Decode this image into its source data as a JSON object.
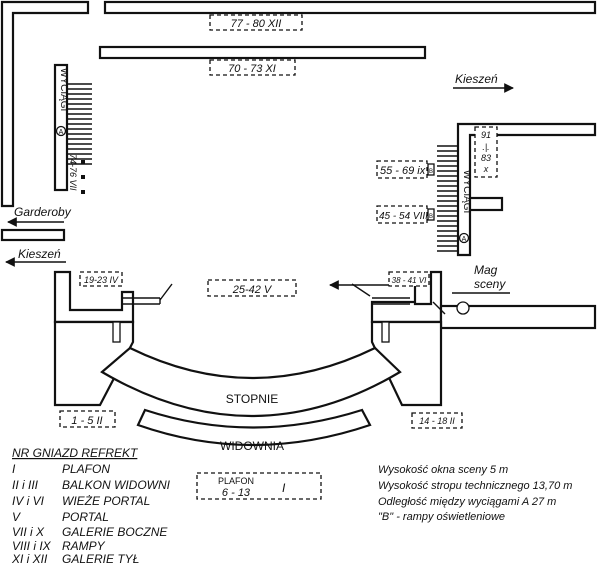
{
  "labels": {
    "row_77_80": "77 - 80 XII",
    "row_70_73": "70 - 73 XI",
    "kieszen_right": "Kieszeń",
    "wyciagi_left": "WYCIĄGI",
    "wyciagi_left_letter": "A",
    "side_left": "74-76 VII",
    "garderoby": "Garderoby",
    "kieszen_left": "Kieszeń",
    "box_91": "91 .|. 83 x",
    "box_91_top": "91",
    "box_91_mid": ".|.",
    "box_91_bot": "83",
    "box_91_x": "x",
    "r_55_69": "55 - 69 ix",
    "b_marker_1": "B",
    "r_45_54": "45 - 54 VIII",
    "b_marker_2": "B",
    "wyciagi_right": "WYCIĄGI",
    "wyciagi_right_letter": "A",
    "mag": "Mag",
    "sceny": "sceny",
    "portal_left": "19-23 IV",
    "portal_right": "38 - 41 VI",
    "portal_center": "25-42   V",
    "stopnie": "STOPNIE",
    "widownia": "WIDOWNIA",
    "box_1_5": "1 - 5 II",
    "box_14_18": "14 - 18 II",
    "plafon_top": "PLAFON",
    "plafon_bottom": "6 - 13",
    "plafon_roman": "I"
  },
  "legend": {
    "title": "NR GNIAZD REFREKT",
    "rows": [
      {
        "num": "I",
        "desc": "PLAFON"
      },
      {
        "num": "II i III",
        "desc": "BALKON WIDOWNI"
      },
      {
        "num": "IV i VI",
        "desc": "WIEŻE PORTAL"
      },
      {
        "num": "V",
        "desc": "PORTAL"
      },
      {
        "num": "VII i X",
        "desc": "GALERIE BOCZNE"
      },
      {
        "num": "VIII i IX",
        "desc": "RAMPY"
      },
      {
        "num": "XI i XII",
        "desc": "GALERIE TYŁ"
      }
    ]
  },
  "notes": [
    "Wysokość okna sceny 5 m",
    "Wysokość stropu technicznego 13,70 m",
    "Odległość między wyciągami A 27 m",
    "\"B\" - rampy oświetleniowe"
  ]
}
